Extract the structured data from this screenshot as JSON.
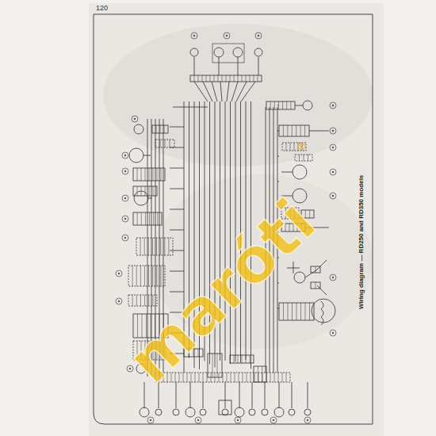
{
  "diagram": {
    "caption": "Wiring diagram — RD250 and RD350 models",
    "labels": [
      "120",
      "maróti",
      "®"
    ]
  }
}
